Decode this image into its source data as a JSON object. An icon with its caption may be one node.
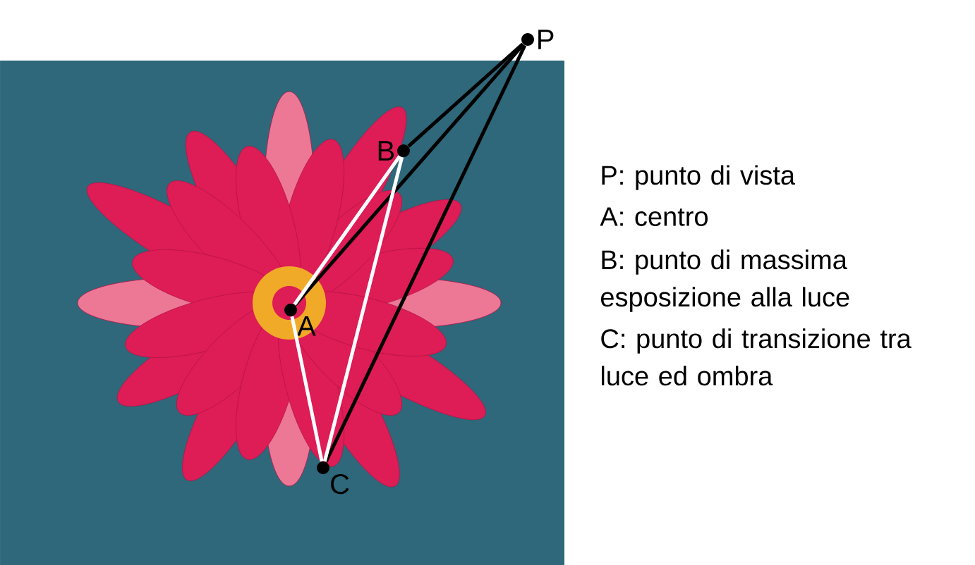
{
  "diagram": {
    "nodes": [
      {
        "text": [
          "P"
        ]
      },
      {
        "text": [
          "A"
        ]
      },
      {
        "text": [
          "B"
        ]
      },
      {
        "text": [
          "C"
        ]
      }
    ],
    "edges": [
      {
        "from": 0,
        "to": 1,
        "arrow": "none"
      },
      {
        "from": 0,
        "to": 2,
        "arrow": "none"
      },
      {
        "from": 0,
        "to": 3,
        "arrow": "none"
      },
      {
        "from": 1,
        "to": 2,
        "arrow": "none",
        "color": "#ffffff"
      },
      {
        "from": 1,
        "to": 3,
        "arrow": "none",
        "color": "#ffffff"
      },
      {
        "from": 2,
        "to": 3,
        "arrow": "none",
        "color": "#ffffff"
      }
    ],
    "labels": [
      "P: punto di vista",
      "A: centro",
      "B: punto di massima esposizione alla luce",
      "C: punto di transizione tra luce ed ombra"
    ]
  }
}
